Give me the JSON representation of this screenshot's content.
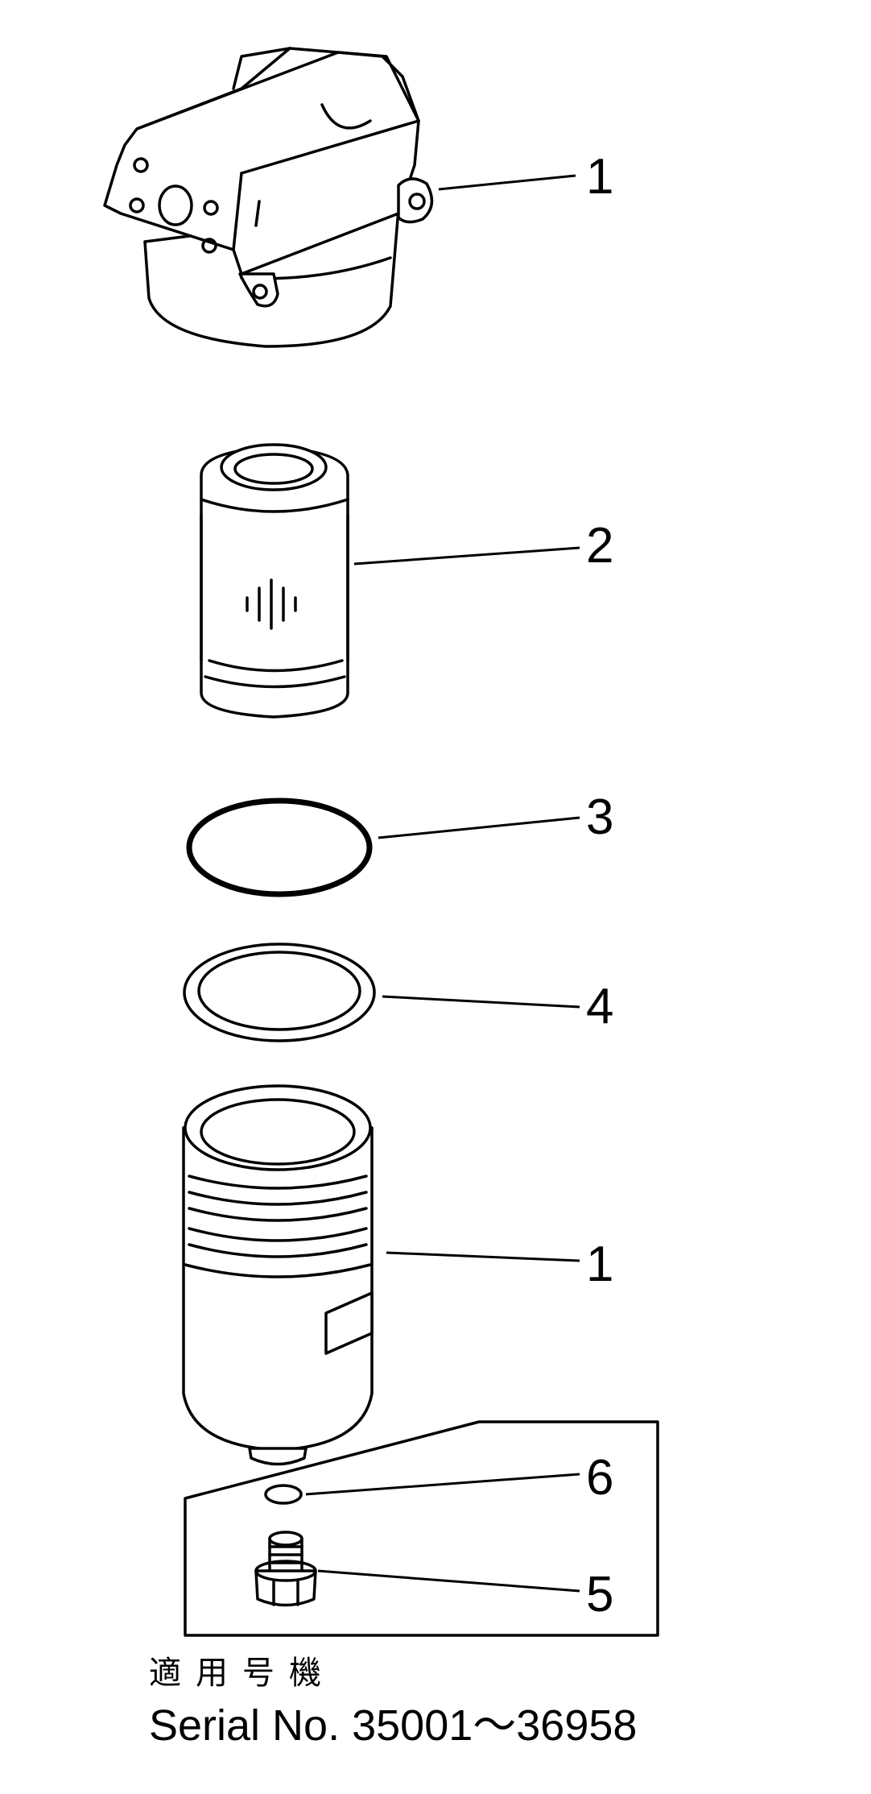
{
  "callouts": [
    {
      "id": "head",
      "label": "1"
    },
    {
      "id": "element",
      "label": "2"
    },
    {
      "id": "o-ring",
      "label": "3"
    },
    {
      "id": "backup-ring",
      "label": "4"
    },
    {
      "id": "case",
      "label": "1"
    },
    {
      "id": "seal-ring",
      "label": "6"
    },
    {
      "id": "drain-plug",
      "label": "5"
    }
  ],
  "caption": {
    "applicable_label": "適用号機",
    "serial_text": "Serial No. 35001～36958"
  }
}
